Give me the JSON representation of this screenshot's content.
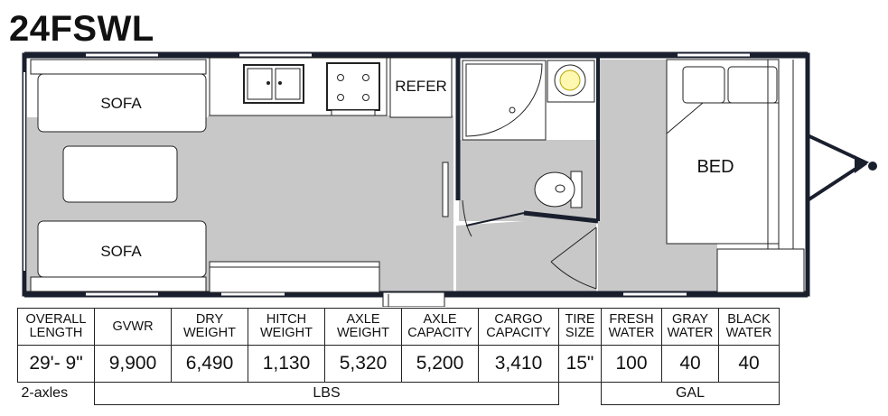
{
  "model": "24FSWL",
  "rooms": {
    "sofa_top": "SOFA",
    "sofa_bottom": "SOFA",
    "refer": "REFER",
    "bed": "BED"
  },
  "specs": {
    "headers": [
      [
        "OVERALL",
        "LENGTH"
      ],
      [
        "GVWR",
        ""
      ],
      [
        "DRY",
        "WEIGHT"
      ],
      [
        "HITCH",
        "WEIGHT"
      ],
      [
        "AXLE",
        "WEIGHT"
      ],
      [
        "AXLE",
        "CAPACITY"
      ],
      [
        "CARGO",
        "CAPACITY"
      ],
      [
        "TIRE",
        "SIZE"
      ],
      [
        "FRESH",
        "WATER"
      ],
      [
        "GRAY",
        "WATER"
      ],
      [
        "BLACK",
        "WATER"
      ]
    ],
    "values": [
      "29'- 9\"",
      "9,900",
      "6,490",
      "1,130",
      "5,320",
      "5,200",
      "3,410",
      "15\"",
      "100",
      "40",
      "40"
    ],
    "axles": "2-axles",
    "weight_unit": "LBS",
    "tank_unit": "GAL"
  },
  "colors": {
    "floor": "#c8c8c8",
    "wall": "#1a1f2e",
    "outline": "#222222"
  }
}
